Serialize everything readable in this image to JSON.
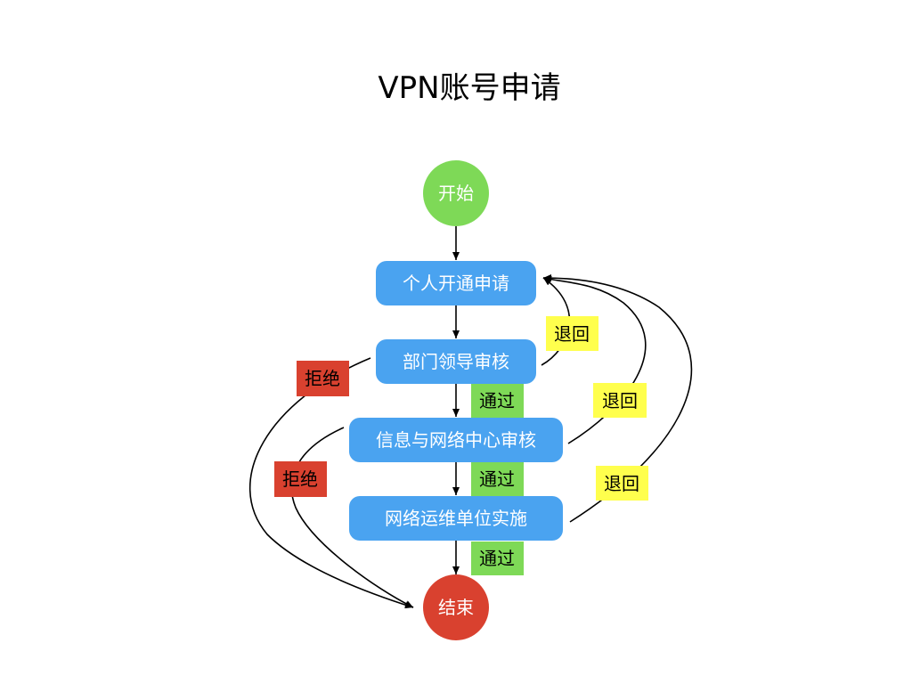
{
  "title": "VPN账号申请",
  "colors": {
    "start": "#7ed957",
    "process": "#4aa3f0",
    "end": "#d9412f",
    "pass_label": "#7ed957",
    "return_label": "#ffff4d",
    "reject_label": "#d9412f",
    "edge": "#000000"
  },
  "nodes": {
    "start": "开始",
    "apply": "个人开通申请",
    "dept_review": "部门领导审核",
    "info_review": "信息与网络中心审核",
    "implement": "网络运维单位实施",
    "end": "结束"
  },
  "edge_labels": {
    "pass_1": "通过",
    "pass_2": "通过",
    "pass_3": "通过",
    "return_1": "退回",
    "return_2": "退回",
    "return_3": "退回",
    "reject_1": "拒绝",
    "reject_2": "拒绝"
  }
}
